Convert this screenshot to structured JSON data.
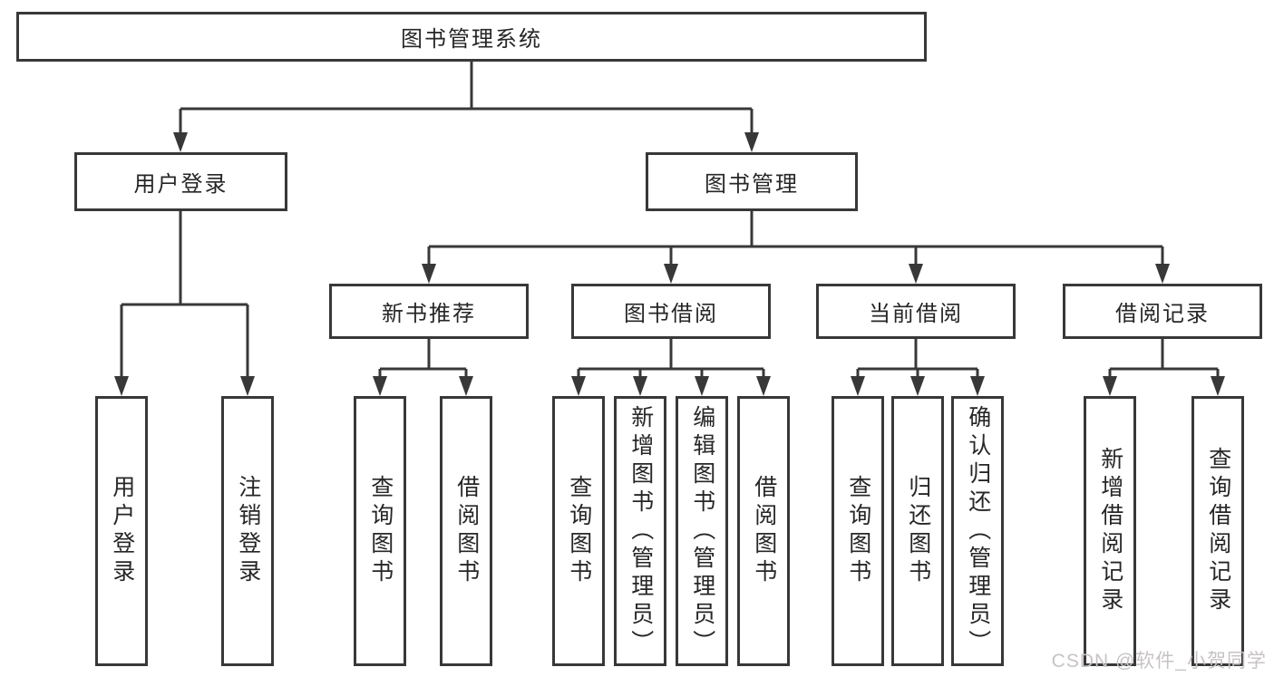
{
  "tree": {
    "root": {
      "label": "图书管理系统"
    },
    "branches": [
      {
        "label": "用户登录",
        "leaves": [
          "用户登录",
          "注销登录"
        ]
      },
      {
        "label": "图书管理",
        "groups": [
          {
            "label": "新书推荐",
            "leaves": [
              "查询图书",
              "借阅图书"
            ]
          },
          {
            "label": "图书借阅",
            "leaves": [
              "查询图书",
              "新增图书（管理员）",
              "编辑图书（管理员）",
              "借阅图书"
            ]
          },
          {
            "label": "当前借阅",
            "leaves": [
              "查询图书",
              "归还图书",
              "确认归还（管理员）"
            ]
          },
          {
            "label": "借阅记录",
            "leaves": [
              "新增借阅记录",
              "查询借阅记录"
            ]
          }
        ]
      }
    ]
  },
  "watermark": {
    "text": "CSDN @软件_小贺同学",
    "color": "#c8c3c3"
  },
  "colors": {
    "line": "#383838",
    "box_border": "#383838",
    "box_background": "#ffffff",
    "text": "#262626",
    "page_background": "#ffffff"
  }
}
